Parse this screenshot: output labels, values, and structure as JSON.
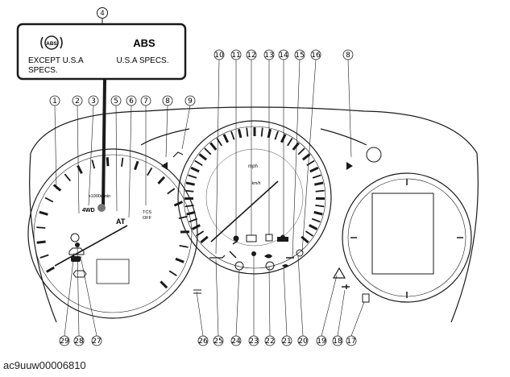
{
  "callout": {
    "number": "4",
    "left_line1": "EXCEPT U.S.A",
    "left_line2": "SPECS.",
    "right_title": "ABS",
    "right_label": "U.S.A SPECS.",
    "abs_icon_text": "ABS"
  },
  "gauge_text": {
    "x1000": "x1000r/min",
    "fourwd": "4WD",
    "at": "AT",
    "tcs_line1": "TCS",
    "tcs_line2": "OFF",
    "mph": "mph",
    "kmh": "km/h"
  },
  "top_numbers": [
    "1",
    "2",
    "3",
    "5",
    "6",
    "7",
    "8",
    "9",
    "10",
    "11",
    "12",
    "13",
    "14",
    "15",
    "16",
    "8"
  ],
  "bottom_numbers": [
    "29",
    "28",
    "27",
    "26",
    "25",
    "24",
    "23",
    "22",
    "21",
    "20",
    "19",
    "18",
    "17"
  ],
  "caption": "ac9uuw00006810",
  "colors": {
    "line": "#1a1a1a",
    "background": "#ffffff"
  }
}
